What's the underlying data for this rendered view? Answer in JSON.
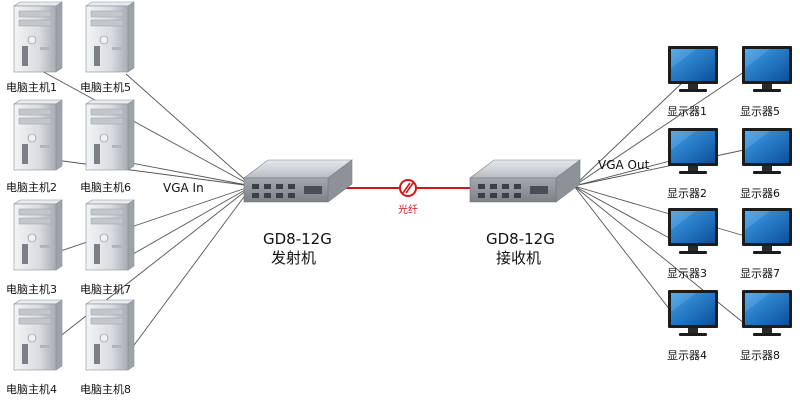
{
  "computers": [
    "电脑主机1",
    "电脑主机5",
    "电脑主机2",
    "电脑主机6",
    "电脑主机3",
    "电脑主机7",
    "电脑主机4",
    "电脑主机8"
  ],
  "monitors": [
    "显示器1",
    "显示器5",
    "显示器2",
    "显示器6",
    "显示器3",
    "显示器7",
    "显示器4",
    "显示器8"
  ],
  "vga_in": "VGA In",
  "vga_out": "VGA Out",
  "transmitter": {
    "model": "GD8-12G",
    "name": "发射机"
  },
  "receiver": {
    "model": "GD8-12G",
    "name": "接收机"
  },
  "fiber_label": "光纤",
  "colors": {
    "fiber": "#d21818",
    "screen": "#1a6fc0",
    "chassis": "#c9ccd1",
    "lines": "#555555"
  }
}
